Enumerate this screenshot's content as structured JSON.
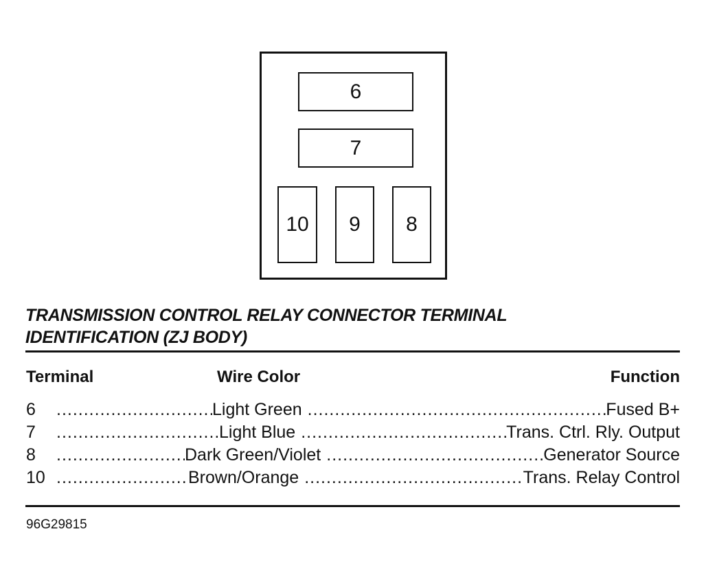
{
  "diagram": {
    "terminals": {
      "t6": "6",
      "t7": "7",
      "t10": "10",
      "t9": "9",
      "t8": "8"
    }
  },
  "caption": {
    "line1": "TRANSMISSION CONTROL RELAY CONNECTOR TERMINAL",
    "line2": "IDENTIFICATION (ZJ BODY)"
  },
  "table": {
    "headers": {
      "terminal": "Terminal",
      "wire_color": "Wire Color",
      "function": "Function"
    },
    "rows": [
      {
        "terminal": "6",
        "wire_color": "Light Green",
        "function": "Fused B+"
      },
      {
        "terminal": "7",
        "wire_color": "Light Blue",
        "function": "Trans. Ctrl. Rly. Output"
      },
      {
        "terminal": "8",
        "wire_color": "Dark Green/Violet",
        "function": "Generator Source"
      },
      {
        "terminal": "10",
        "wire_color": "Brown/Orange",
        "function": "Trans. Relay Control"
      }
    ]
  },
  "figure_id": "96G29815"
}
